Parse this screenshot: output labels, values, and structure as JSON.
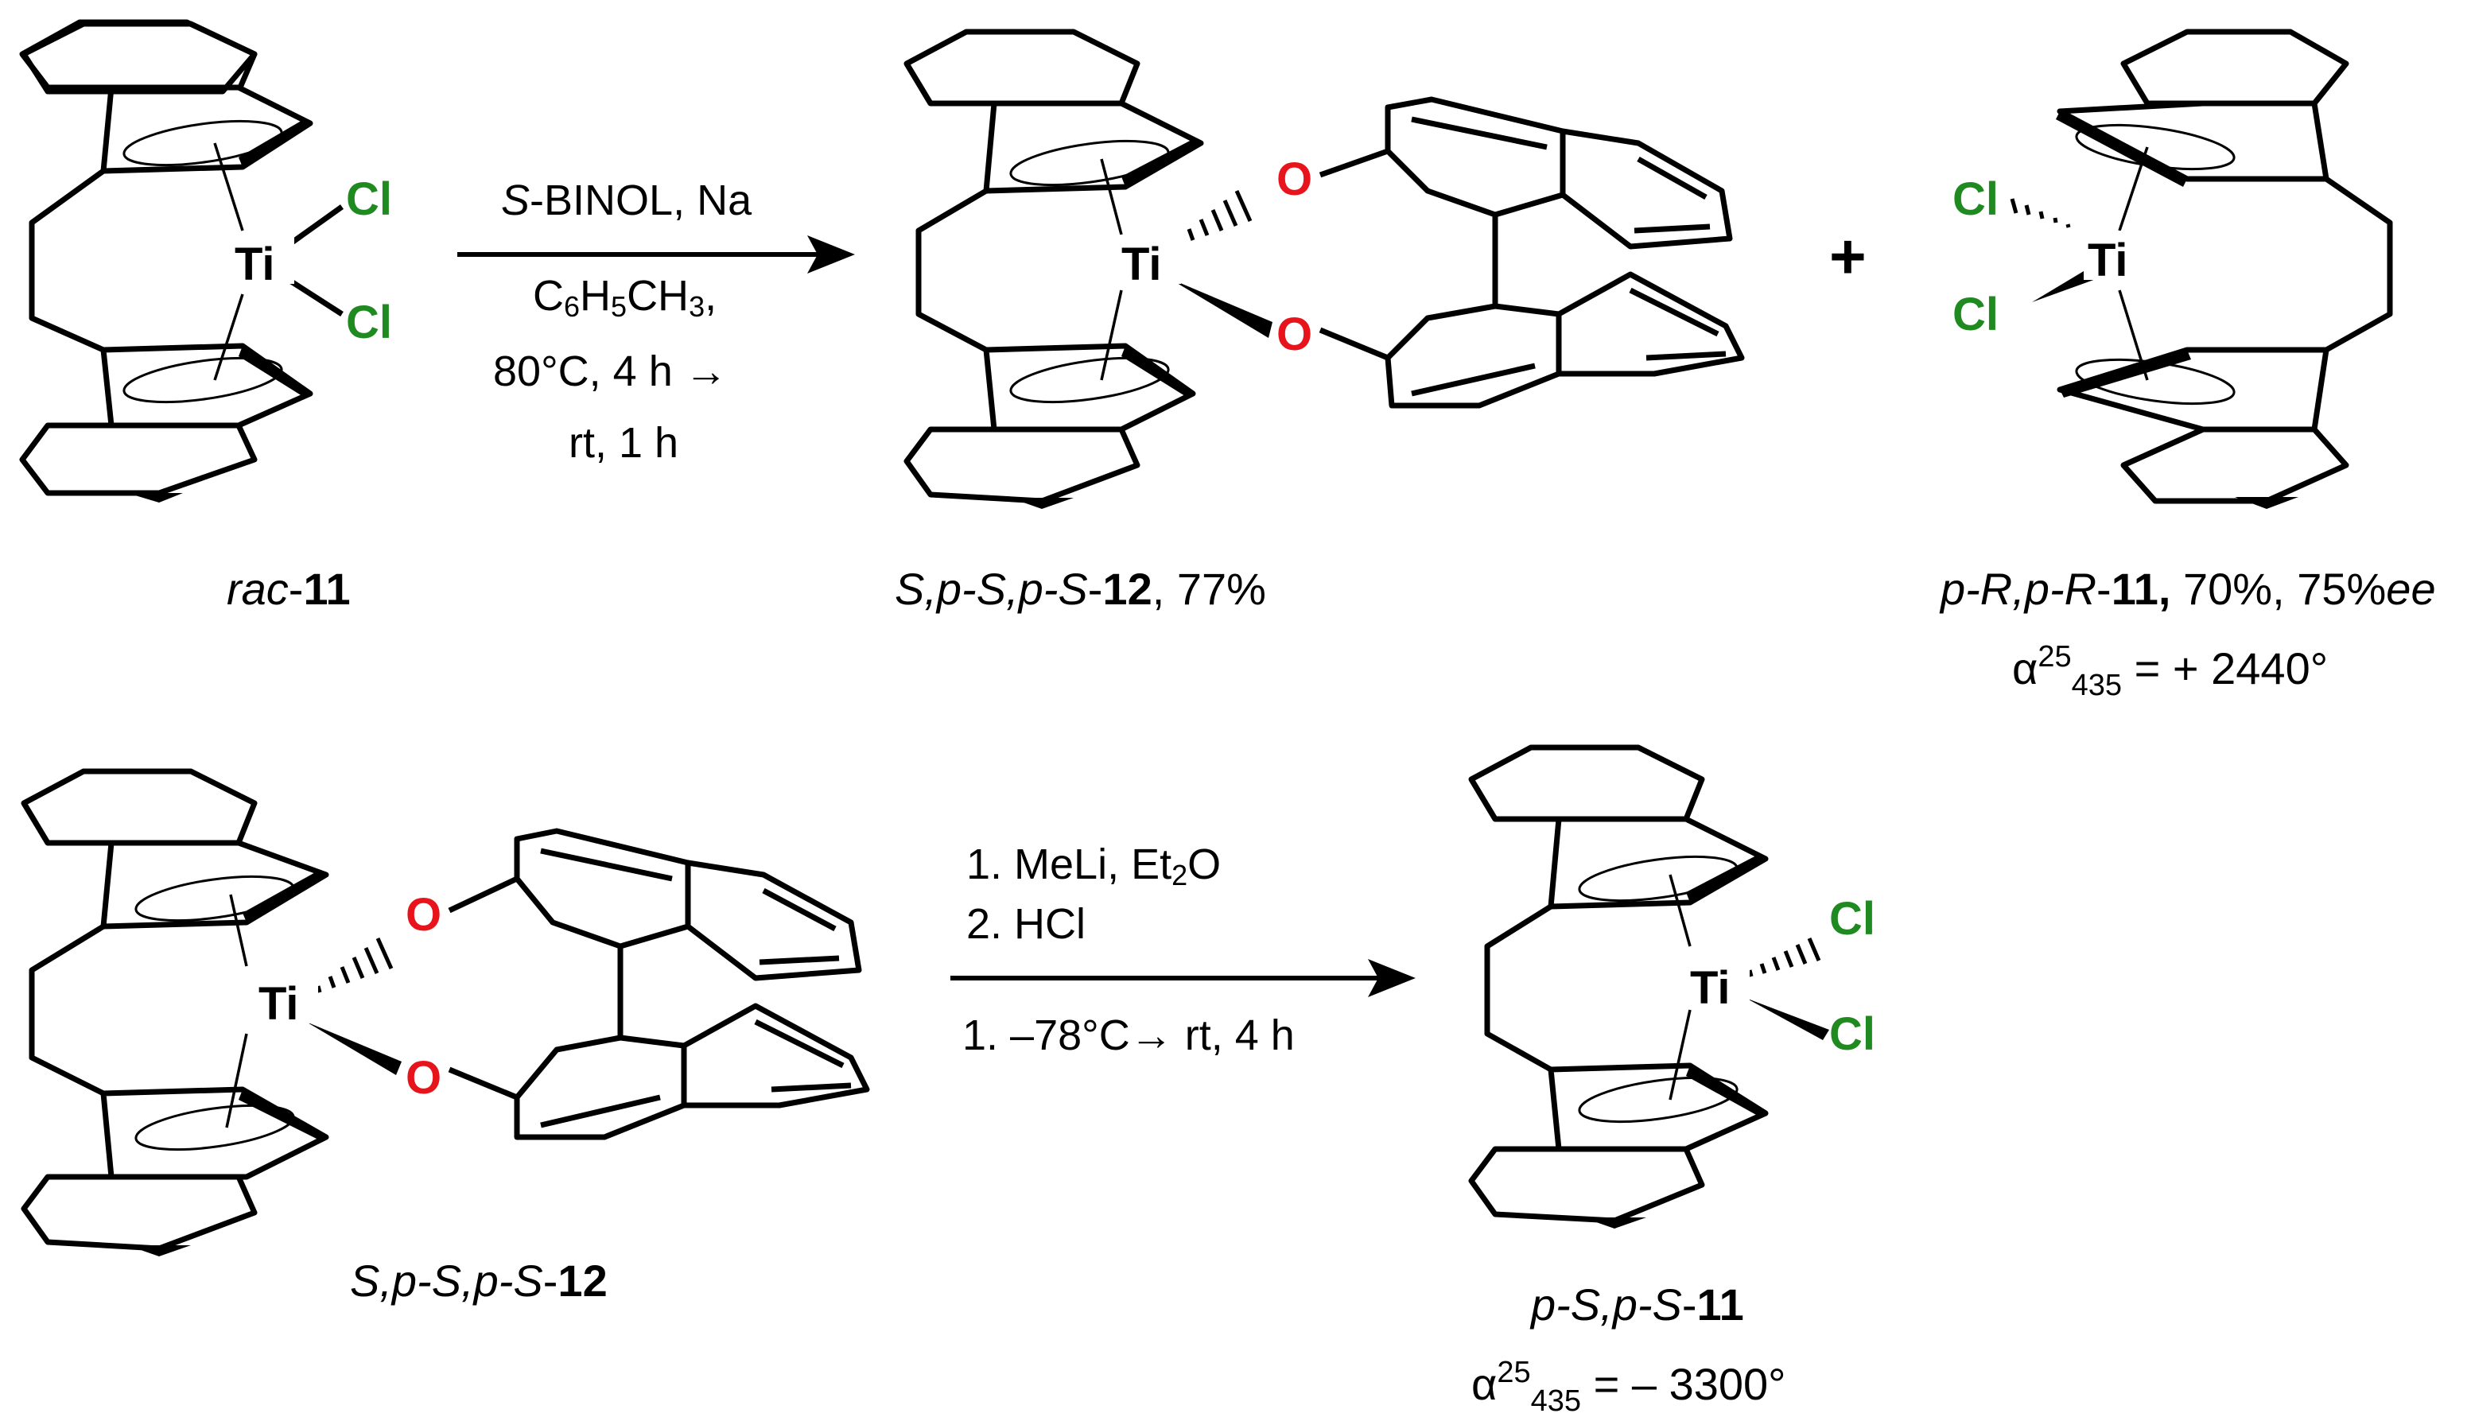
{
  "reaction1": {
    "reagents_line1_prefix": "S",
    "reagents_line1": "-BINOL, Na",
    "solvent_main": "C",
    "solvent_sub1": "6",
    "solvent_mid": "H",
    "solvent_sub2": "5",
    "solvent_end": "CH",
    "solvent_sub3": "3",
    "solvent_comma": ",",
    "conditions_line3": "80°C, 4 h →",
    "conditions_line4": "rt, 1 h",
    "plus": "+"
  },
  "reaction2": {
    "step1": "1. MeLi, Et",
    "step1_sub": "2",
    "step1_end": "O",
    "step2": "2. HCl",
    "conditions": "1. –78°C→ rt, 4 h"
  },
  "compounds": {
    "rac11": {
      "prefix": "rac",
      "dash": "-",
      "number": "11"
    },
    "cmpd12_top": {
      "prefix": "S,p-S,p-S",
      "dash": "-",
      "number": "12",
      "suffix": ", 77%"
    },
    "pR11": {
      "prefix": "p-R,p-R",
      "dash": "-",
      "number": "11,",
      "suffix": " 70%, 75%",
      "ee": "ee"
    },
    "pR11_rotation": {
      "alpha": "α",
      "sup": "25",
      "sub": "435",
      "value": " = + 2440°"
    },
    "cmpd12_bottom": {
      "prefix": "S,p-S,p-S",
      "dash": "-",
      "number": "12"
    },
    "pS11": {
      "prefix": "p-S,p-S",
      "dash": "-",
      "number": "11"
    },
    "pS11_rotation": {
      "alpha": "α",
      "sup": "25",
      "sub": "435",
      "value": " = – 3300°"
    }
  },
  "atoms": {
    "ti": "Ti",
    "cl": "Cl",
    "o": "O"
  },
  "colors": {
    "chlorine": "#1f8a1f",
    "oxygen": "#e8141b",
    "bonds": "#000000"
  }
}
